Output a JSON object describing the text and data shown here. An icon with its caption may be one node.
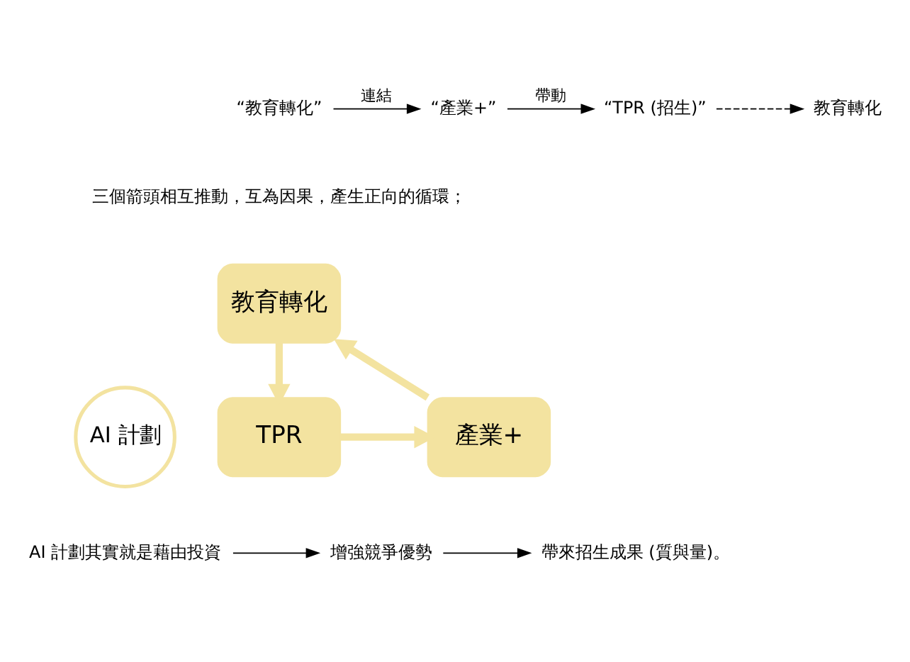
{
  "diagram": {
    "nodes": [
      {
        "text": [
          "“教育轉化”"
        ]
      },
      {
        "text": [
          "“產業+”"
        ]
      },
      {
        "text": [
          "“TPR (招生)”"
        ]
      },
      {
        "text": [
          "教育轉化"
        ]
      },
      {
        "text": [
          "AI 計劃"
        ]
      },
      {
        "text": [
          "教育轉化"
        ]
      },
      {
        "text": [
          "TPR"
        ]
      },
      {
        "text": [
          "產業+"
        ]
      },
      {
        "text": [
          "AI 計劃其實就是藉由投資"
        ]
      },
      {
        "text": [
          "增強競爭優勢"
        ]
      },
      {
        "text": [
          "帶來招生成果 (質與量)。"
        ]
      }
    ],
    "edges": [
      {
        "from": 0,
        "to": 1,
        "arrow": "to",
        "label": "連結"
      },
      {
        "from": 1,
        "to": 2,
        "arrow": "to",
        "label": "帶動"
      },
      {
        "from": 2,
        "to": 3,
        "arrow": "to",
        "style": "dashed"
      },
      {
        "from": 7,
        "to": 5,
        "arrow": "to",
        "style": "thick",
        "color": "#f3e3a0"
      },
      {
        "from": 5,
        "to": 6,
        "arrow": "to",
        "style": "thick",
        "color": "#f3e3a0"
      },
      {
        "from": 6,
        "to": 7,
        "arrow": "to",
        "style": "thick",
        "color": "#f3e3a0"
      },
      {
        "from": 8,
        "to": 9,
        "arrow": "to"
      },
      {
        "from": 9,
        "to": 10,
        "arrow": "to"
      }
    ],
    "labels": [
      "三個箭頭相互推動，互為因果，產生正向的循環；"
    ]
  }
}
